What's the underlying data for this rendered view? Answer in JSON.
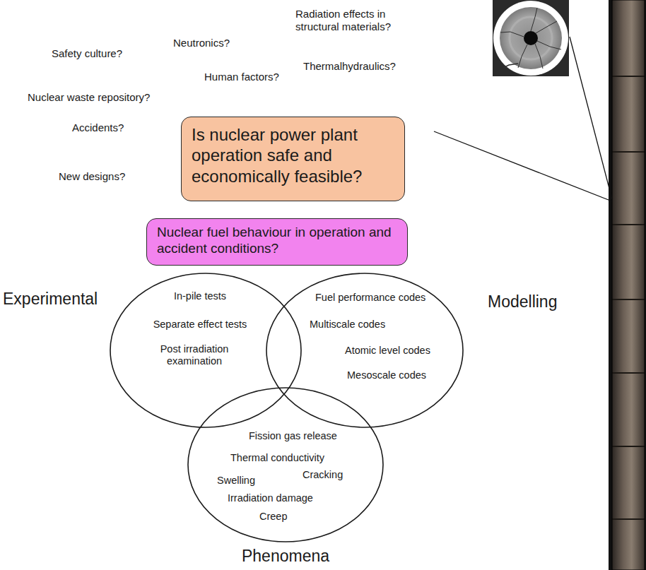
{
  "diagram": {
    "nodes": [
      {
        "text": [
          "Is nuclear power plant operation safe and economically feasible?"
        ]
      },
      {
        "text": [
          "Nuclear fuel behaviour in operation and accident conditions?"
        ]
      },
      {
        "text": [
          "Experimental",
          "In-pile tests",
          "Separate effect tests",
          "Post irradiation examination"
        ]
      },
      {
        "text": [
          "Modelling",
          "Fuel performance codes",
          "Multiscale codes",
          "Atomic level codes",
          "Mesoscale codes"
        ]
      },
      {
        "text": [
          "Phenomena",
          "Fission gas release",
          "Thermal conductivity",
          "Swelling",
          "Cracking",
          "Irradiation damage",
          "Creep"
        ]
      }
    ],
    "labels": [
      "Safety culture?",
      "Neutronics?",
      "Radiation effects in structural materials?",
      "Human factors?",
      "Thermalhydraulics?",
      "Nuclear waste repository?",
      "Accidents?",
      "New designs?"
    ]
  }
}
